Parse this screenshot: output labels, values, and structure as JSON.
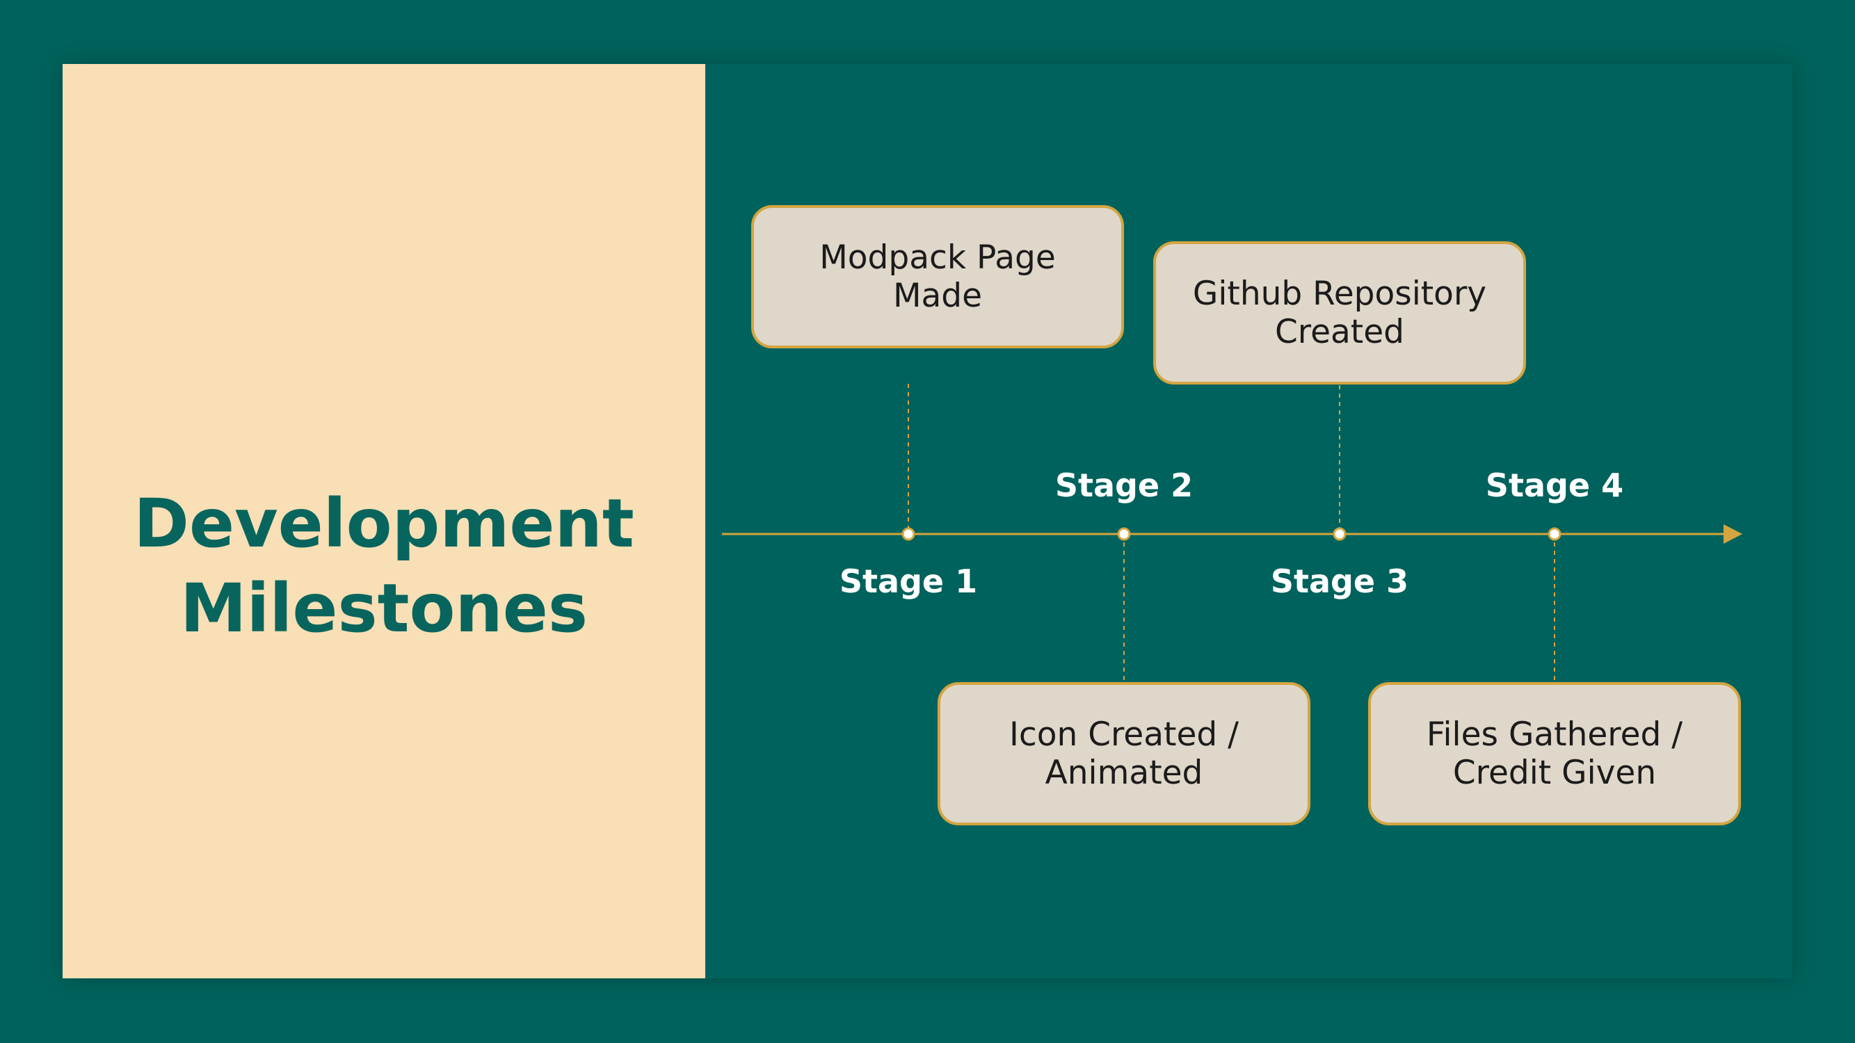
{
  "title": {
    "line1": "Development",
    "line2": "Milestones"
  },
  "colors": {
    "background": "#00625C",
    "left_panel": "#F8DFB5",
    "title_text": "#08655D",
    "box_fill": "#DFD7C9",
    "accent_gold": "#D4A541",
    "stage_text": "#FFFFFF"
  },
  "timeline": {
    "stages": [
      {
        "label": "Stage 1",
        "milestone_line1": "Modpack Page",
        "milestone_line2": "Made",
        "milestone_side": "above"
      },
      {
        "label": "Stage 2",
        "milestone_line1": "Icon Created /",
        "milestone_line2": "Animated",
        "milestone_side": "below"
      },
      {
        "label": "Stage 3",
        "milestone_line1": "Github Repository",
        "milestone_line2": "Created",
        "milestone_side": "above"
      },
      {
        "label": "Stage 4",
        "milestone_line1": "Files Gathered /",
        "milestone_line2": "Credit Given",
        "milestone_side": "below"
      }
    ]
  }
}
